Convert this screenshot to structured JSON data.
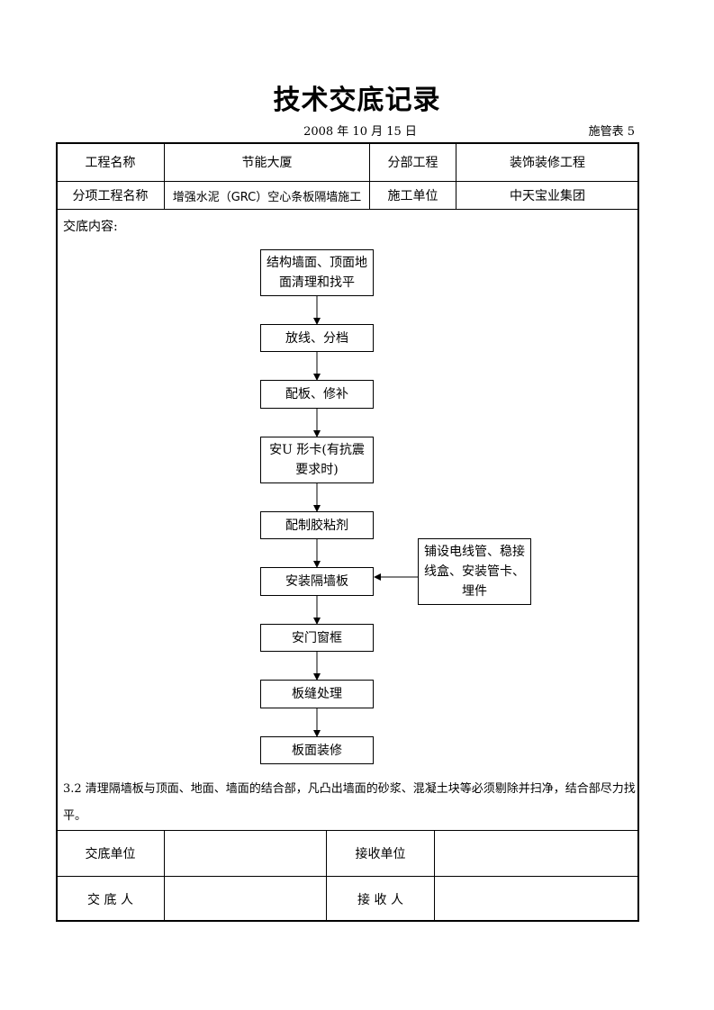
{
  "header": {
    "title": "技术交底记录",
    "date": "2008 年 10 月 15 日",
    "form_no": "施管表 5"
  },
  "info": {
    "project_name_label": "工程名称",
    "project_name_value": "节能大厦",
    "division_label": "分部工程",
    "division_value": "装饰装修工程",
    "subitem_label": "分项工程名称",
    "subitem_value": "增强水泥（GRC）空心条板隔墙施工",
    "contractor_label": "施工单位",
    "contractor_value": "中天宝业集团"
  },
  "content": {
    "label": "交底内容:",
    "steps": [
      "结构墙面、顶面地面清理和找平",
      "放线、分档",
      "配板、修补",
      "安U 形卡(有抗震要求时)",
      "配制胶粘剂",
      "安装隔墙板",
      "安门窗框",
      "板缝处理",
      "板面装修"
    ],
    "side_step": "铺设电线管、稳接线盒、安装管卡、埋件",
    "note": "3.2 清理隔墙板与顶面、地面、墙面的结合部，凡凸出墙面的砂浆、混凝土块等必须剔除并扫净，结合部尽力找平。"
  },
  "signoff": {
    "deliver_unit_label": "交底单位",
    "deliver_unit_value": "",
    "receive_unit_label": "接收单位",
    "receive_unit_value": "",
    "deliverer_label": "交 底 人",
    "deliverer_value": "",
    "receiver_label": "接 收 人",
    "receiver_value": ""
  }
}
